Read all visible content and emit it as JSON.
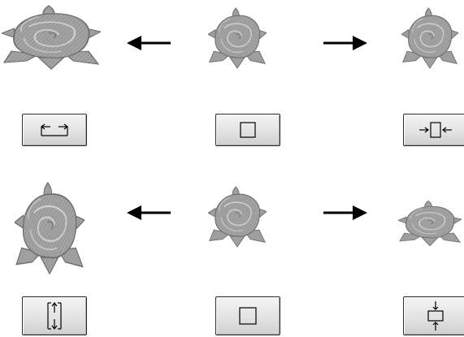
{
  "rows": [
    {
      "roses": [
        "wide-rose",
        "normal-rose",
        "narrow-rose"
      ],
      "arrows": [
        "arrow-left-icon",
        "arrow-right-icon"
      ],
      "buttons": [
        {
          "icon": "stretch-horizontal-icon",
          "action": "wider"
        },
        {
          "icon": "reset-size-icon",
          "action": "reset"
        },
        {
          "icon": "compress-horizontal-icon",
          "action": "narrower"
        }
      ]
    },
    {
      "roses": [
        "tall-rose",
        "normal-rose",
        "short-rose"
      ],
      "arrows": [
        "arrow-left-icon",
        "arrow-right-icon"
      ],
      "buttons": [
        {
          "icon": "stretch-vertical-icon",
          "action": "taller"
        },
        {
          "icon": "reset-size-icon",
          "action": "reset"
        },
        {
          "icon": "compress-vertical-icon",
          "action": "shorter"
        }
      ]
    }
  ],
  "colors": {
    "rose_fill": "#9a9a9a",
    "rose_petal": "#b8b8b8",
    "rose_dark": "#6e6e6e",
    "arrow": "#000000",
    "button_border": "#2a2a2a"
  }
}
